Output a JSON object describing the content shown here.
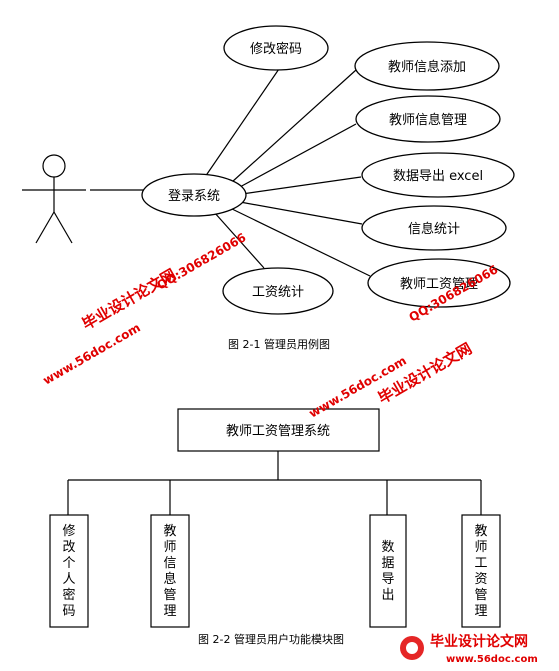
{
  "use_case": {
    "hub": "登录系统",
    "cases": [
      "修改密码",
      "教师信息添加",
      "教师信息管理",
      "数据导出 excel",
      "信息统计",
      "教师工资管理",
      "工资统计"
    ],
    "caption": "图 2-1 管理员用例图"
  },
  "modules": {
    "root": "教师工资管理系统",
    "children": [
      "修改个人密码",
      "教师信息管理",
      "数据导出",
      "教师工资管理"
    ],
    "caption": "图 2-2 管理员用户功能模块图"
  },
  "watermarks": {
    "brand": "毕业设计论文网",
    "site": "www.56doc.com",
    "qq": "QQ:306826066",
    "footer_brand": "毕业设计论文网",
    "footer_site": "www.56doc.com",
    "color": "#e00000"
  }
}
